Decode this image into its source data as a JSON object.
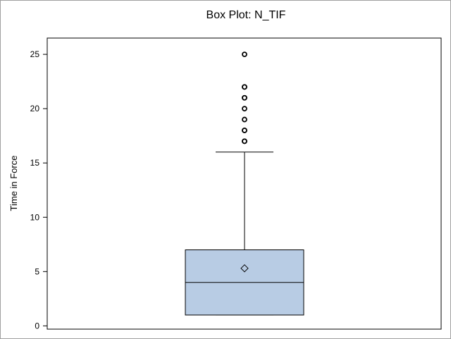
{
  "chart_data": {
    "type": "box",
    "title": "Box Plot: N_TIF",
    "ylabel": "Time in Force",
    "xlabel": "",
    "ylim": [
      -0.3,
      26.5
    ],
    "yticks": [
      0,
      5,
      10,
      15,
      20,
      25
    ],
    "grid": false,
    "box": {
      "whisker_low": 1,
      "q1": 1,
      "median": 4,
      "q3": 7,
      "whisker_high": 16,
      "mean": 5.3
    },
    "outliers": [
      17,
      17,
      18,
      18,
      19,
      20,
      21,
      21,
      22,
      22,
      25
    ],
    "colors": {
      "box_fill": "#b8cce4",
      "box_stroke": "#000000",
      "frame": "#a0a0a0"
    }
  }
}
